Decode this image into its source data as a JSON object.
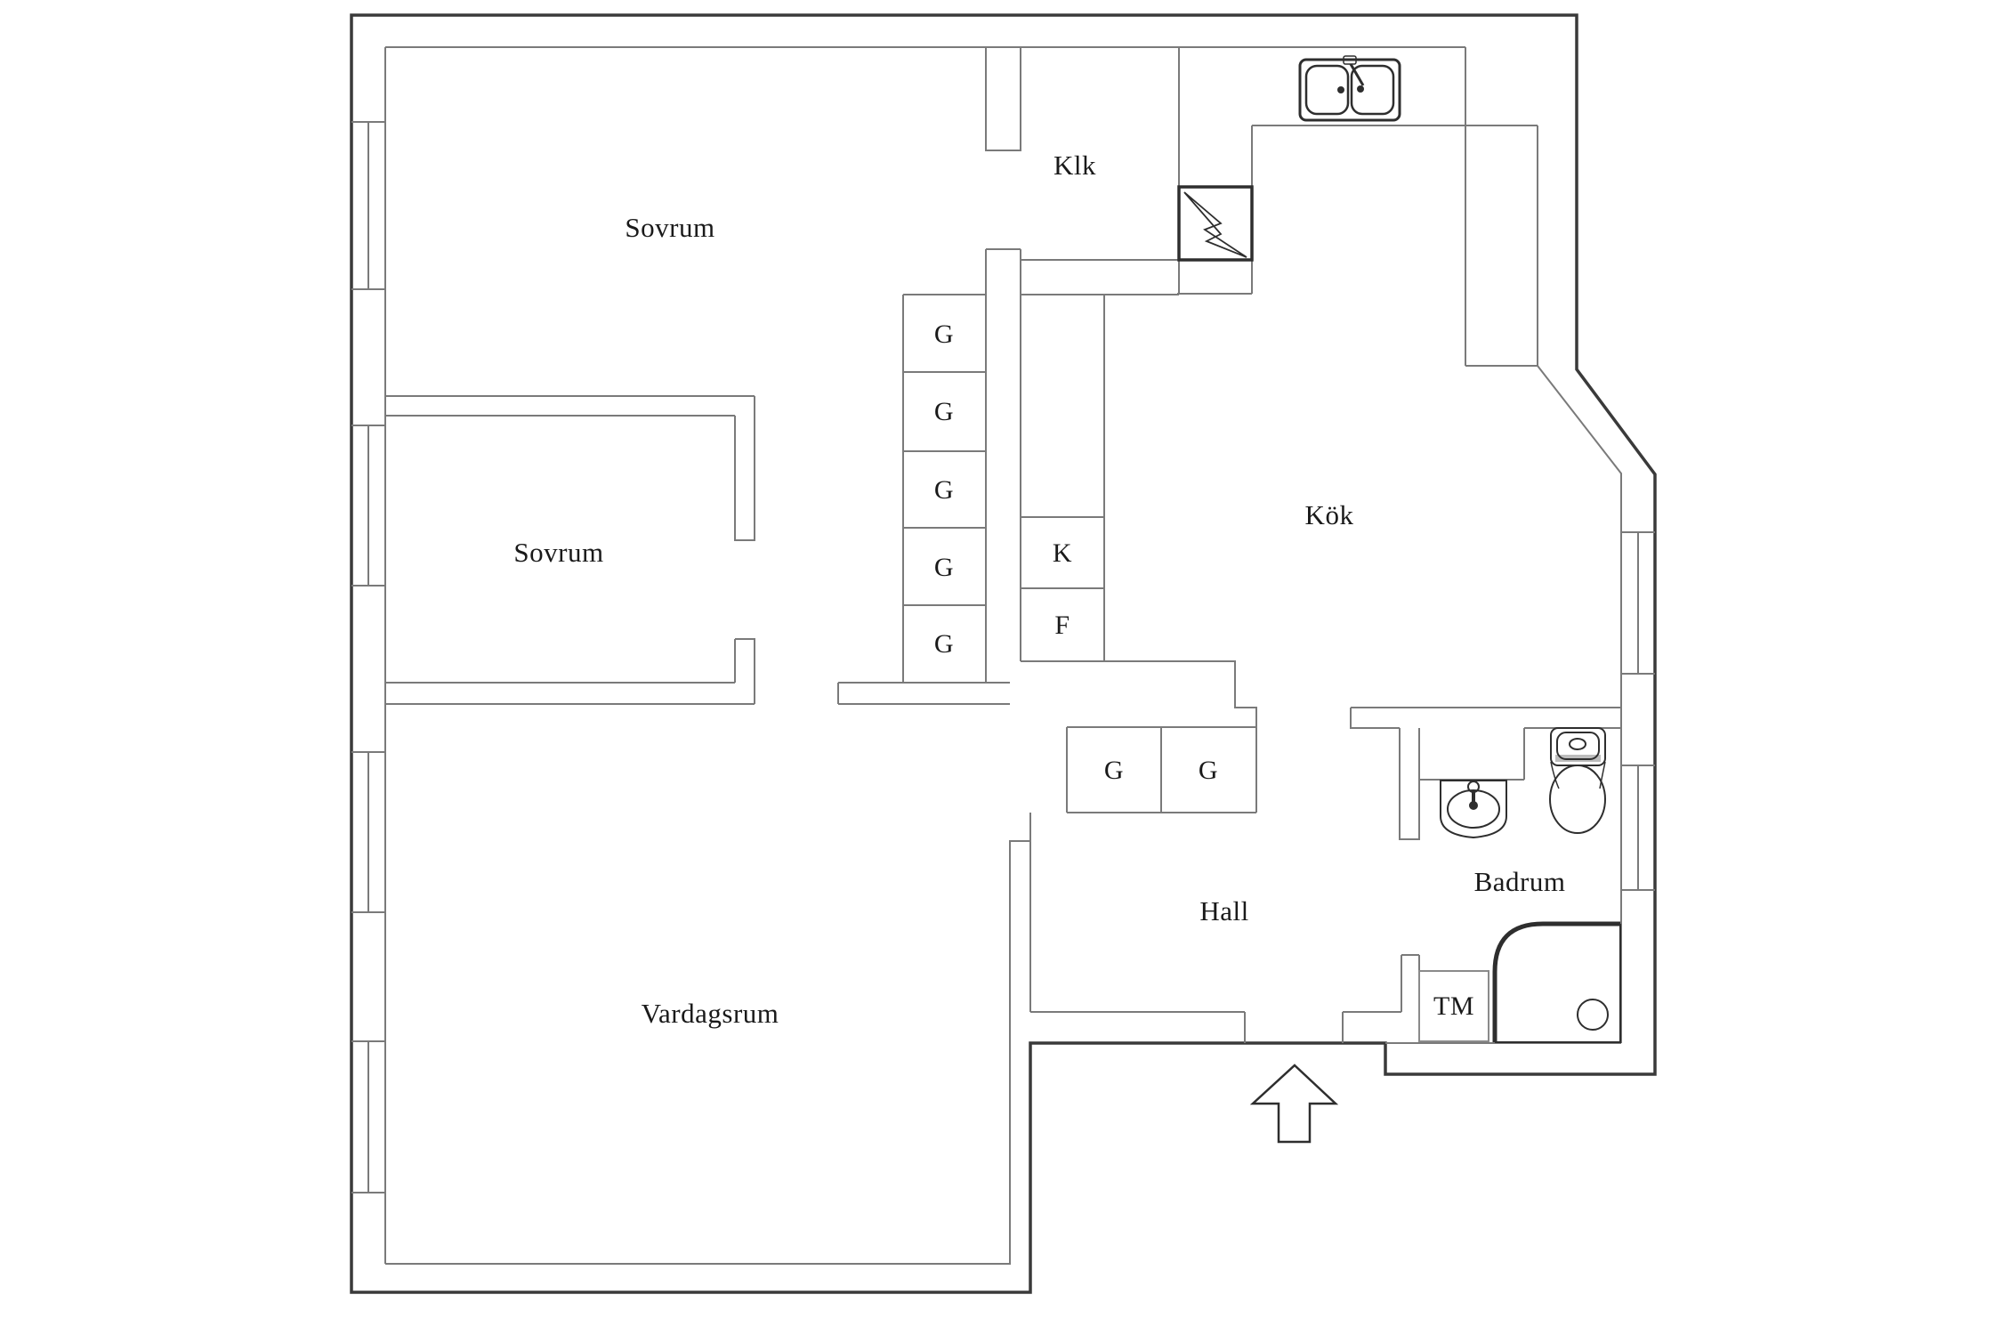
{
  "document": {
    "type": "apartment-floor-plan",
    "language": "Swedish"
  },
  "colors": {
    "background": "#ffffff",
    "outer_wall": "#3a3a3a",
    "inner_wall": "#7a7a7a",
    "fixture": "#2e2e2e",
    "text": "#1a1a1a"
  },
  "rooms": {
    "sovrum1": {
      "label": "Sovrum"
    },
    "sovrum2": {
      "label": "Sovrum"
    },
    "klk": {
      "label": "Klk"
    },
    "kok": {
      "label": "Kök"
    },
    "hall": {
      "label": "Hall"
    },
    "badrum": {
      "label": "Badrum"
    },
    "vardagsrum": {
      "label": "Vardagsrum"
    }
  },
  "storage": {
    "wardrobe": {
      "label": "G"
    },
    "fridge": {
      "label": "K"
    },
    "freezer": {
      "label": "F"
    },
    "washer": {
      "label": "TM"
    }
  },
  "fixtures": [
    "kitchen-double-sink",
    "electrical-panel",
    "toilet",
    "bathroom-sink",
    "shower-corner",
    "washing-machine",
    "entrance-arrow"
  ],
  "windows": {
    "left_wall": 4,
    "right_wall": 2
  }
}
